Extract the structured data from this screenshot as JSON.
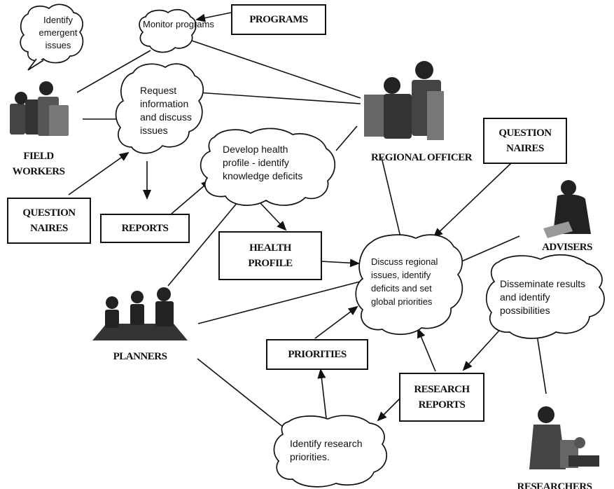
{
  "clouds": {
    "identify_issues": "Identify\nemergent\nissues",
    "monitor_programs": "Monitor programs",
    "request_info": "Request\ninformation\nand discuss\nissues",
    "develop_profile": "Develop health\nprofile - identify\nknowledge deficits",
    "discuss_regional": "Discuss regional\nissues, identify\ndeficits and set\nglobal priorities",
    "disseminate": "Disseminate results\nand identify\npossibilities",
    "identify_research": "Identify research\npriorities."
  },
  "boxes": {
    "programs": "PROGRAMS",
    "questionnaires_left": "QUESTION\nNAIRES",
    "reports": "REPORTS",
    "health_profile": "HEALTH\nPROFILE",
    "questionnaires_right": "QUESTION\nNAIRES",
    "priorities": "PRIORITIES",
    "research_reports": "RESEARCH\nREPORTS"
  },
  "actors": {
    "field_workers": "FIELD\nWORKERS",
    "regional_officer": "REGIONAL OFFICER",
    "advisers": "ADVISERS",
    "planners": "PLANNERS",
    "researchers": "RESEARCHERS"
  }
}
